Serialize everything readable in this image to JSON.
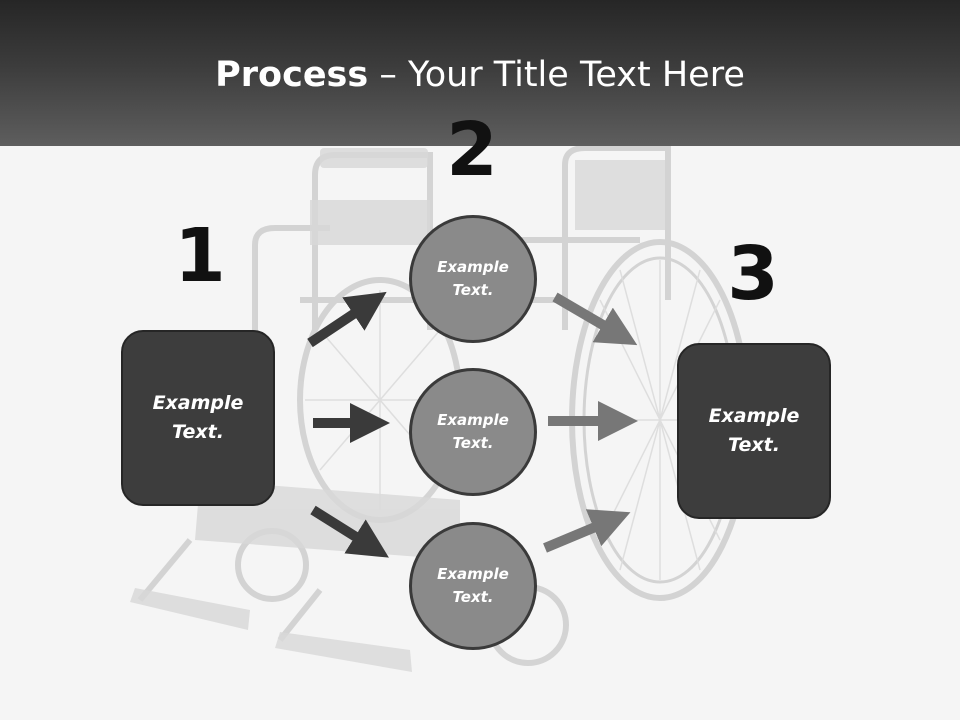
{
  "slide": {
    "title_bold": "Process",
    "title_rest": " – Your Title Text Here"
  },
  "numbers": {
    "n1": "1",
    "n2": "2",
    "n3": "3"
  },
  "nodes": {
    "left_box": "Example\nText.",
    "circle_top": "Example\nText.",
    "circle_middle": "Example\nText.",
    "circle_bottom": "Example\nText.",
    "right_box": "Example\nText."
  },
  "colors": {
    "header_dark": "#262626",
    "box_fill": "#3d3d3d",
    "circle_fill": "#8a8a8a",
    "arrow_dark": "#3a3a3a",
    "arrow_light": "#777777"
  },
  "background_image": "wheelchair-photo"
}
